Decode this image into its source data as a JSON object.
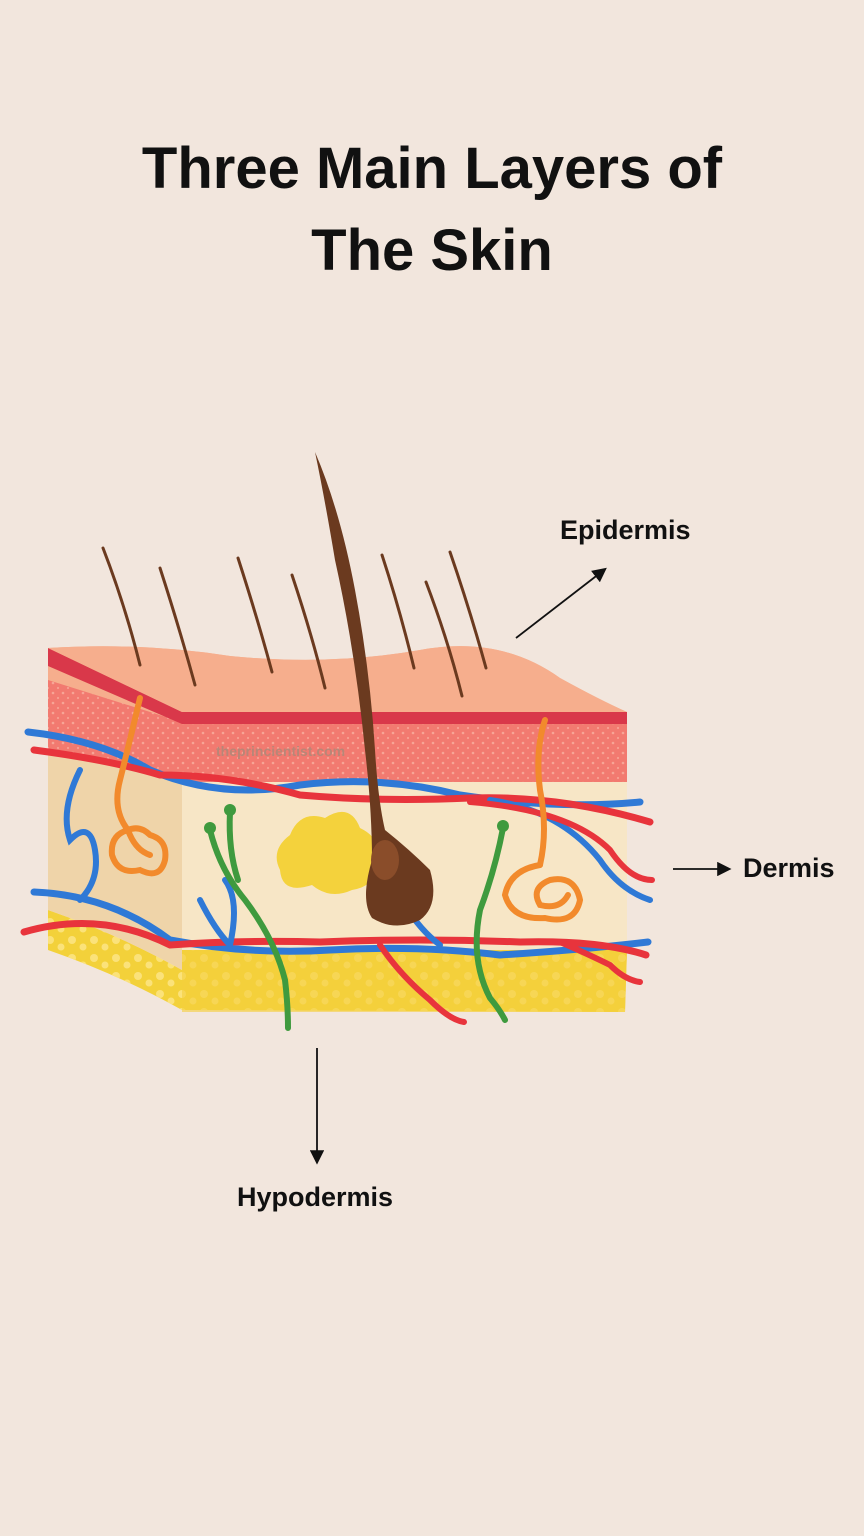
{
  "title": {
    "line1": "Three Main Layers of",
    "line2": "The Skin"
  },
  "labels": {
    "epidermis": "Epidermis",
    "dermis": "Dermis",
    "hypodermis": "Hypodermis"
  },
  "watermark": "theprincientist.com",
  "colors": {
    "background": "#f2e6dd",
    "epidermis_top": "#f6ae8d",
    "epidermis_band": "#d9384a",
    "epidermis_side": "#f27a70",
    "dermis": "#f7e6c6",
    "hypodermis": "#f3d13a",
    "artery": "#e8343c",
    "vein": "#2f79d6",
    "nerve": "#3f9a3e",
    "sweat_gland": "#f28a2c",
    "hair": "#6b3a1f"
  }
}
